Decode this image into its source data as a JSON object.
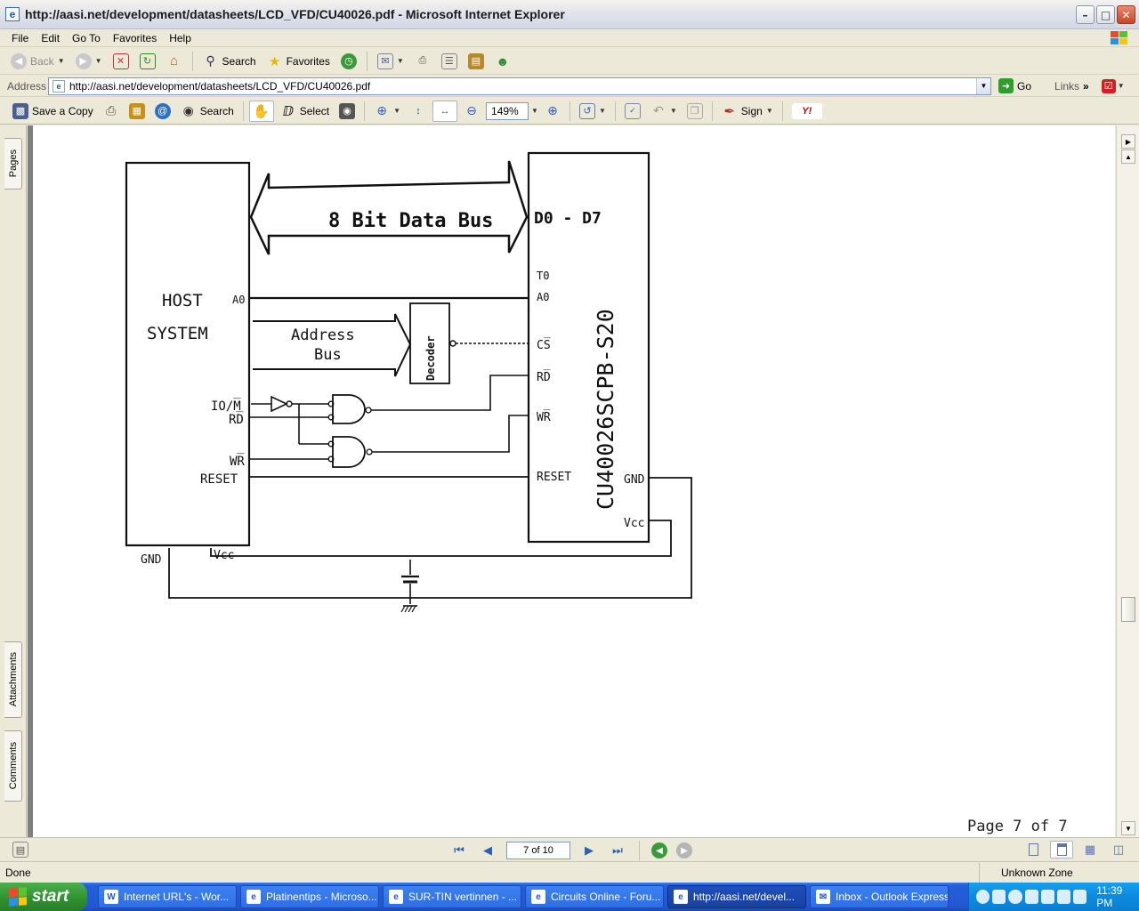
{
  "window": {
    "title": "http://aasi.net/development/datasheets/LCD_VFD/CU40026.pdf - Microsoft Internet Explorer",
    "minimize": "–",
    "maximize": "□",
    "close": "✕"
  },
  "menu": [
    "File",
    "Edit",
    "Go To",
    "Favorites",
    "Help"
  ],
  "ie_toolbar": {
    "back": "Back",
    "search": "Search",
    "favorites": "Favorites"
  },
  "address": {
    "label": "Address",
    "url": "http://aasi.net/development/datasheets/LCD_VFD/CU40026.pdf",
    "go": "Go",
    "links": "Links",
    "links_chevron": "»"
  },
  "acrobat_toolbar": {
    "save_copy": "Save a Copy",
    "search": "Search",
    "select": "Select",
    "zoom": "149%",
    "sign": "Sign"
  },
  "nav_tabs": {
    "pages": "Pages",
    "attachments": "Attachments",
    "comments": "Comments"
  },
  "document": {
    "page_footer": "Page 7 of 7",
    "diagram": {
      "bus_label": "8 Bit Data Bus",
      "host_line1": "HOST",
      "host_line2": "SYSTEM",
      "host_a0": "A0",
      "host_io_m": "IO/M̅",
      "host_rd": "RD̅",
      "host_wr": "WR̅",
      "host_reset": "RESET",
      "host_gnd": "GND",
      "host_vcc": "Vcc",
      "addr_bus_line1": "Address",
      "addr_bus_line2": "Bus",
      "decoder": "Decoder",
      "mod_d0d7": "D0 - D7",
      "mod_t0": "T0",
      "mod_a0": "A0",
      "mod_cs": "CS̅",
      "mod_rd": "RD̅",
      "mod_wr": "WR̅",
      "mod_reset": "RESET",
      "mod_gnd": "GND",
      "mod_vcc": "Vcc",
      "module_name": "CU40026SCPB-S20"
    }
  },
  "acrobat_status": {
    "page_field": "7 of 10"
  },
  "ie_status": {
    "text": "Done",
    "zone": "Unknown Zone"
  },
  "taskbar": {
    "start": "start",
    "tasks": [
      "Internet URL's - Wor...",
      "Platinentips - Microso...",
      "SUR-TIN vertinnen - ...",
      "Circuits Online - Foru...",
      "http://aasi.net/devel...",
      "Inbox - Outlook Express"
    ],
    "clock": "11:39 PM"
  },
  "colors": {
    "xp_blue": "#245edb",
    "start_green": "#2f8f2f",
    "tray_blue": "#0c8ae0"
  }
}
